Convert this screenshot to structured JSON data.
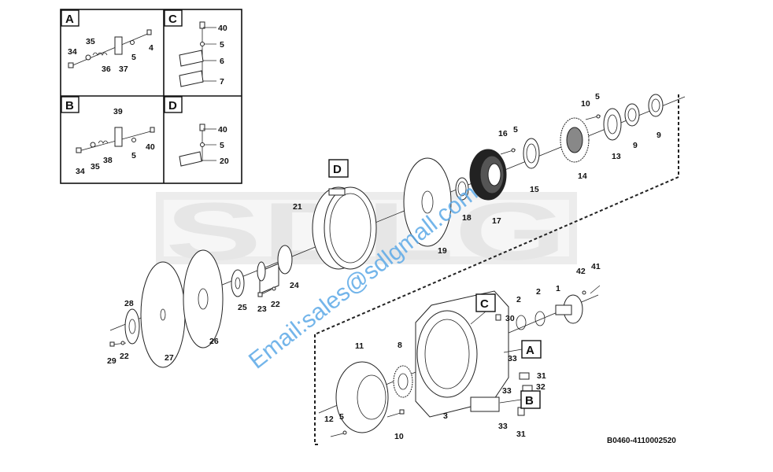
{
  "watermark": {
    "brand": "SDLG",
    "email": "Email:sales@sdlgmall.com"
  },
  "drawing_code": "B0460-4110002520",
  "detail_boxes": [
    {
      "label": "A",
      "parts": [
        "34",
        "35",
        "36",
        "37",
        "5",
        "4"
      ]
    },
    {
      "label": "C",
      "parts": [
        "40",
        "5",
        "6",
        "7"
      ]
    },
    {
      "label": "B",
      "parts": [
        "39",
        "34",
        "35",
        "38",
        "5",
        "40"
      ]
    },
    {
      "label": "D",
      "parts": [
        "40",
        "5",
        "20"
      ]
    }
  ],
  "callouts": {
    "D": "D",
    "C": "C",
    "A": "A",
    "B": "B"
  },
  "part_numbers": {
    "p1": "1",
    "p2a": "2",
    "p2b": "2",
    "p3": "3",
    "p5a": "5",
    "p5b": "5",
    "p5c": "5",
    "p8": "8",
    "p9a": "9",
    "p9b": "9",
    "p10a": "10",
    "p10b": "10",
    "p11": "11",
    "p12": "12",
    "p13": "13",
    "p14": "14",
    "p15": "15",
    "p16": "16",
    "p17": "17",
    "p18": "18",
    "p19": "19",
    "p21": "21",
    "p22a": "22",
    "p22b": "22",
    "p23": "23",
    "p24": "24",
    "p25": "25",
    "p26": "26",
    "p27": "27",
    "p28": "28",
    "p29": "29",
    "p30": "30",
    "p31a": "31",
    "p31b": "31",
    "p32": "32",
    "p33a": "33",
    "p33b": "33",
    "p33c": "33",
    "p41": "41",
    "p42": "42"
  }
}
